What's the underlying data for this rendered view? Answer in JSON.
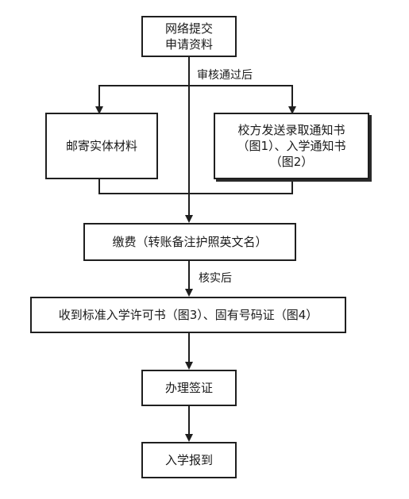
{
  "flowchart": {
    "nodes": {
      "submit": [
        "网络提交",
        "申请资料"
      ],
      "mail": [
        "邮寄实体材料"
      ],
      "school": [
        "校方发送录取通知书",
        "（图1）、入学通知书",
        "（图2）"
      ],
      "pay": [
        "缴费（转账备注护照英文名）"
      ],
      "receive": [
        "收到标准入学许可书（图3）、固有号码证（图4）"
      ],
      "visa": [
        "办理签证"
      ],
      "enroll": [
        "入学报到"
      ]
    },
    "edge_labels": {
      "after_review": "审核通过后",
      "after_verify": "核实后"
    }
  }
}
